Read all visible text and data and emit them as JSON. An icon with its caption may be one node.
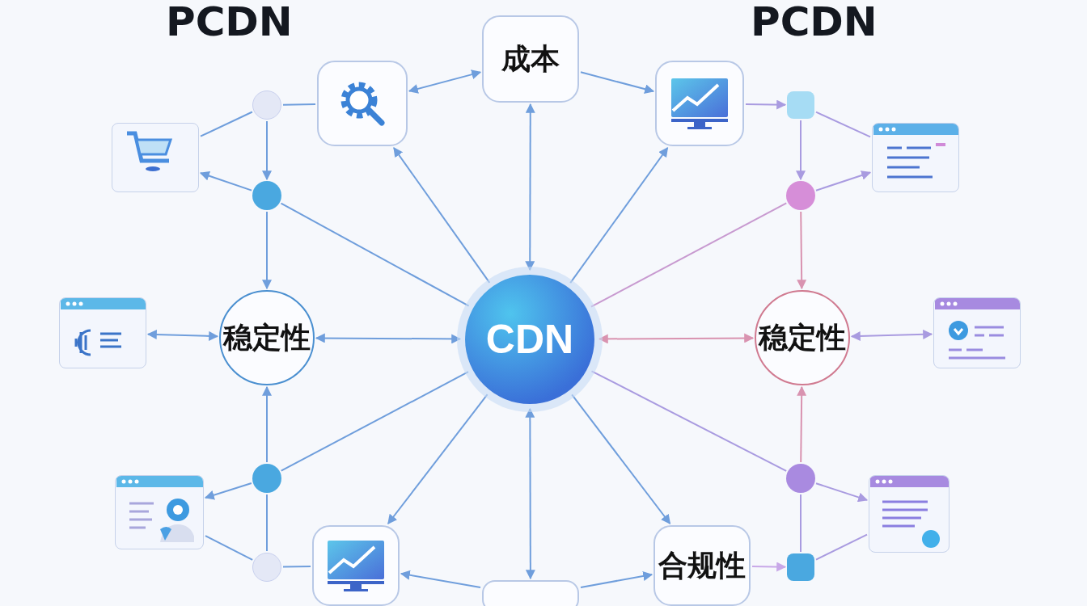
{
  "diagram": {
    "nodes": [
      {
        "text": [
          "CDN"
        ]
      },
      {
        "text": [
          "成本"
        ]
      },
      {
        "text": [],
        "shape": "picture"
      },
      {
        "text": [],
        "shape": "picture"
      },
      {
        "text": [
          "稳定性"
        ]
      },
      {
        "text": [
          "稳定性"
        ]
      },
      {
        "text": [
          "合规性"
        ]
      },
      {
        "text": [],
        "shape": "picture"
      },
      {
        "text": [],
        "shape": "box"
      },
      {
        "text": [],
        "shape": "circle"
      },
      {
        "text": [],
        "shape": "circle"
      },
      {
        "text": [],
        "shape": "circle"
      },
      {
        "text": [],
        "shape": "circle"
      },
      {
        "text": [],
        "shape": "box"
      },
      {
        "text": [],
        "shape": "circle"
      },
      {
        "text": [],
        "shape": "circle"
      },
      {
        "text": [],
        "shape": "box"
      },
      {
        "text": [],
        "shape": "picture"
      },
      {
        "text": [],
        "shape": "picture"
      },
      {
        "text": [],
        "shape": "picture"
      },
      {
        "text": [],
        "shape": "picture"
      },
      {
        "text": [],
        "shape": "picture"
      },
      {
        "text": [],
        "shape": "picture"
      }
    ],
    "edges": [
      {
        "from": 1,
        "to": 2,
        "arrow": "both"
      },
      {
        "from": 1,
        "to": 3,
        "arrow": "to"
      },
      {
        "from": 0,
        "to": 1,
        "arrow": "both"
      },
      {
        "from": 0,
        "to": 2,
        "arrow": "to"
      },
      {
        "from": 0,
        "to": 3,
        "arrow": "to"
      },
      {
        "from": 9,
        "to": 2,
        "arrow": "none"
      },
      {
        "from": 9,
        "to": 17,
        "arrow": "none"
      },
      {
        "from": 9,
        "to": 10,
        "arrow": "to"
      },
      {
        "from": 10,
        "to": 17,
        "arrow": "to"
      },
      {
        "from": 10,
        "to": 4,
        "arrow": "to"
      },
      {
        "from": 10,
        "to": 0,
        "arrow": "none"
      },
      {
        "from": 4,
        "to": 18,
        "arrow": "both"
      },
      {
        "from": 4,
        "to": 0,
        "arrow": "both"
      },
      {
        "from": 11,
        "to": 4,
        "arrow": "to"
      },
      {
        "from": 11,
        "to": 19,
        "arrow": "to"
      },
      {
        "from": 11,
        "to": 0,
        "arrow": "none"
      },
      {
        "from": 11,
        "to": 12,
        "arrow": "none"
      },
      {
        "from": 12,
        "to": 19,
        "arrow": "none"
      },
      {
        "from": 12,
        "to": 7,
        "arrow": "none"
      },
      {
        "from": 0,
        "to": 7,
        "arrow": "to"
      },
      {
        "from": 0,
        "to": 8,
        "arrow": "both"
      },
      {
        "from": 8,
        "to": 7,
        "arrow": "to"
      },
      {
        "from": 8,
        "to": 6,
        "arrow": "to"
      },
      {
        "from": 0,
        "to": 6,
        "arrow": "to"
      },
      {
        "from": 3,
        "to": 13,
        "arrow": "to",
        "color": "#a99be0"
      },
      {
        "from": 13,
        "to": 20,
        "arrow": "none",
        "color": "#a99be0"
      },
      {
        "from": 13,
        "to": 14,
        "arrow": "to",
        "color": "#a99be0"
      },
      {
        "from": 14,
        "to": 20,
        "arrow": "to",
        "color": "#a99be0"
      },
      {
        "from": 14,
        "to": 0,
        "arrow": "none",
        "color": "#c89ad0"
      },
      {
        "from": 14,
        "to": 5,
        "arrow": "to",
        "color": "#d993b0"
      },
      {
        "from": 0,
        "to": 5,
        "arrow": "both",
        "color": "#d993b0"
      },
      {
        "from": 5,
        "to": 21,
        "arrow": "both",
        "color": "#a99be0"
      },
      {
        "from": 15,
        "to": 5,
        "arrow": "to",
        "color": "#d993b0"
      },
      {
        "from": 15,
        "to": 0,
        "arrow": "none",
        "color": "#a99be0"
      },
      {
        "from": 15,
        "to": 22,
        "arrow": "to",
        "color": "#a99be0"
      },
      {
        "from": 15,
        "to": 16,
        "arrow": "none",
        "color": "#a99be0"
      },
      {
        "from": 6,
        "to": 16,
        "arrow": "to",
        "color": "#c8a8e8"
      },
      {
        "from": 16,
        "to": 22,
        "arrow": "none",
        "color": "#a99be0"
      }
    ],
    "labels": [
      "PCDN",
      "PCDN"
    ]
  }
}
